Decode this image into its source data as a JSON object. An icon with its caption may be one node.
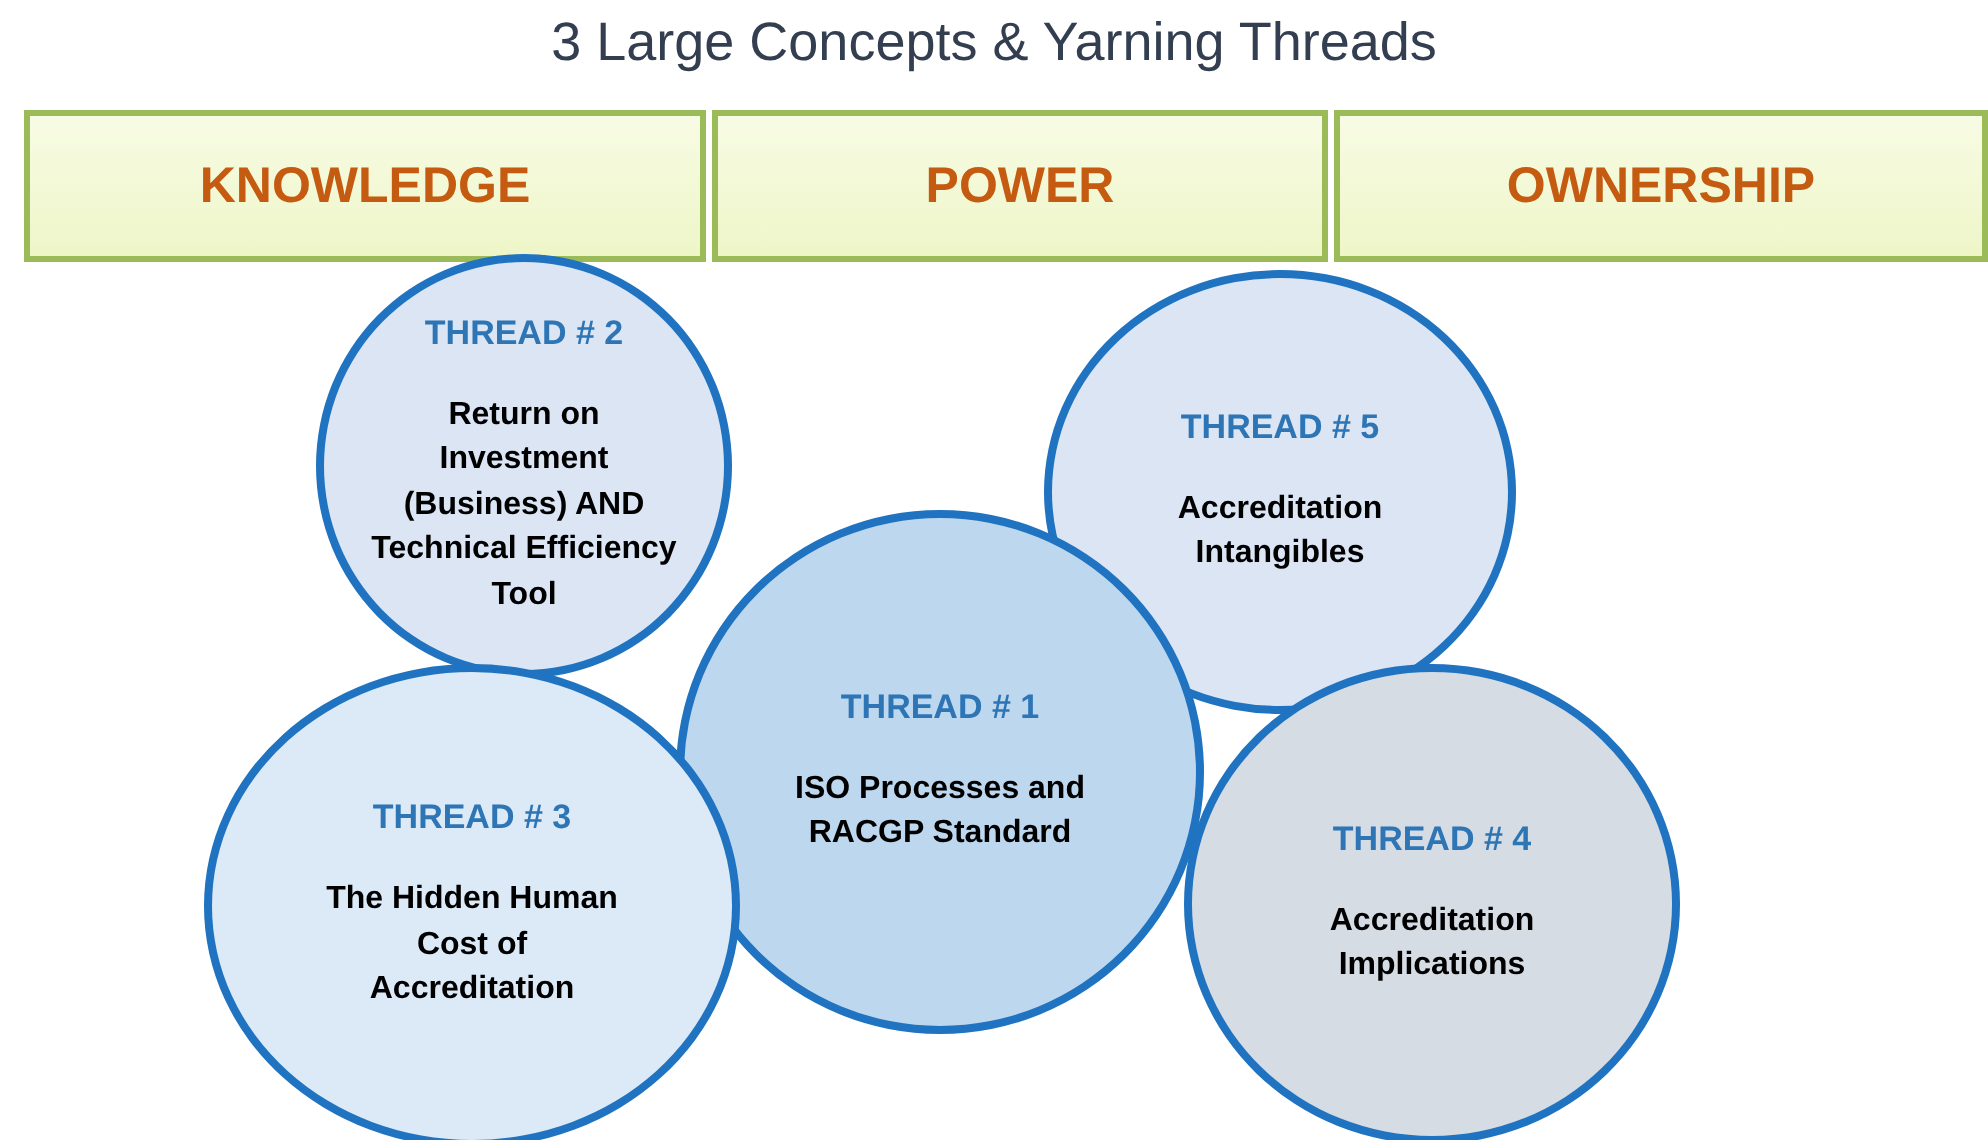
{
  "diagram": {
    "title": "3 Large Concepts & Yarning Threads",
    "nodes": [
      {
        "text": [
          "KNOWLEDGE"
        ]
      },
      {
        "text": [
          "POWER"
        ]
      },
      {
        "text": [
          "OWNERSHIP"
        ]
      },
      {
        "text": [
          "THREAD # 2",
          "Return on Investment (Business) AND Technical Efficiency Tool"
        ]
      },
      {
        "text": [
          "THREAD # 5",
          "Accreditation Intangibles"
        ]
      },
      {
        "text": [
          "THREAD # 1",
          "ISO Processes and RACGP Standard"
        ]
      },
      {
        "text": [
          "THREAD # 3",
          "The Hidden Human Cost of Accreditation"
        ]
      },
      {
        "text": [
          "THREAD # 4",
          "Accreditation Implications"
        ]
      }
    ]
  }
}
